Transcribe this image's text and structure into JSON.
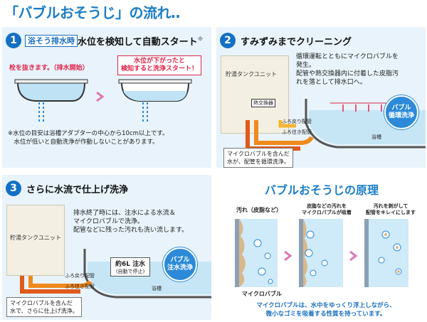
{
  "title": "「バブルおそうじ」の流れ‥",
  "step1": {
    "number": "1",
    "tag": "浴そう排水時",
    "heading": "水位を検知して自動スタート",
    "heading_mark": "※",
    "label_left": "栓を抜きます。（排水開始）",
    "label_right": "水位が下がったと\n検知すると洗浄スタート！",
    "note": "※水位の目安は浴槽アダプターの中心から10cm以上です。\n　水位が低いと自動洗浄が作動しないことがあります。"
  },
  "step2": {
    "number": "2",
    "heading": "すみずみまでクリーニング",
    "desc": "循環運転とともにマイクロバブルを\n発生。\n配管や熱交換器内に付着した皮脂汚\nれを落として排水口へ。",
    "unit_label": "貯湯タンクユニット",
    "exchanger_label": "熱交換器",
    "pipe_return": "ふろ戻り配管",
    "pipe_out": "ふろ往き配管",
    "bubble_label": "バブル\n循環洗浄",
    "tub_label": "浴槽",
    "note": "マイクロバブルを含んだ\n水が、配管を循環洗浄。"
  },
  "step3": {
    "number": "3",
    "heading": "さらに水流で仕上げ洗浄",
    "desc": "排水終了時には、注水による水流＆\nマイクロバブルで洗浄。\n配管などに残った汚れも洗い流します。",
    "unit_label": "貯湯タンクユニット",
    "water_label": "約6L 注水",
    "water_sub": "(自動で停止)",
    "bubble_label": "バブル\n注水洗浄",
    "pipe_return": "ふろ戻り配管",
    "pipe_out": "ふろ往き配管",
    "tub_label": "浴槽",
    "note": "マイクロバブルを含んだ\n水で、さらに仕上げ洗浄。"
  },
  "principle": {
    "heading": "バブルおそうじの原理",
    "label_dirt": "汚れ（皮脂など）",
    "label_mid": "皮脂などの汚れを\nマイクロバブルが吸着",
    "label_right": "汚れを剥がして\n配管をキレイにします",
    "label_bubble": "マイクロバブル",
    "caption": "マイクロバブルは、水中をゆっくり浮上しながら、\n微小なゴミを吸着する性質を持っています。"
  },
  "colors": {
    "accent": "#1a7ec8",
    "panel": "#e8f3fb",
    "red": "#e0244b",
    "pipe_hot": "#f08a1c",
    "pipe_cold": "#2c6fc4",
    "water": "#bfe3f5"
  }
}
